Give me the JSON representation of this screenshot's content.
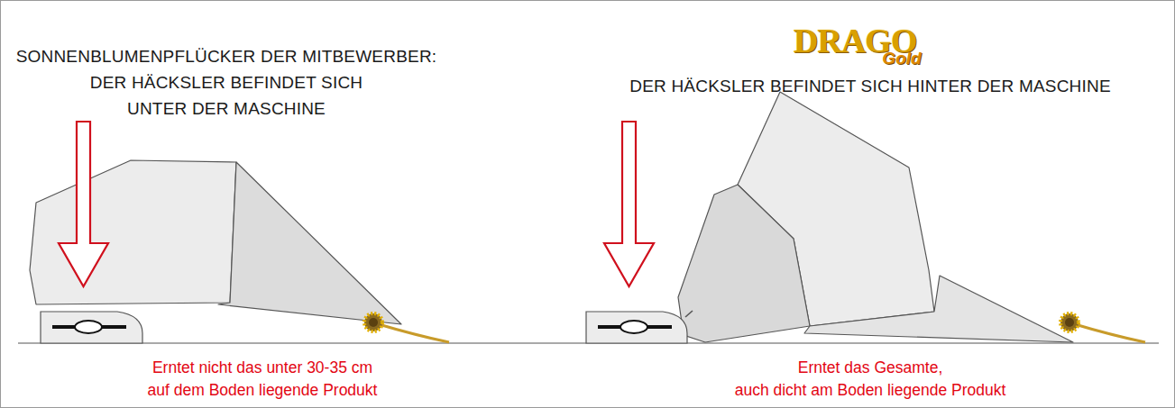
{
  "diagram": {
    "labels": [
      "SONNENBLUMENPFLÜCKER DER MITBEWERBER:",
      "DER HÄCKSLER BEFINDET SICH",
      "UNTER DER MASCHINE",
      "DRAGO",
      "Gold",
      "DER HÄCKSLER BEFINDET SICH HINTER DER MASCHINE",
      "Erntet nicht das unter 30-35 cm",
      "auf dem Boden liegende Produkt",
      "Erntet das Gesamte,",
      "auch dicht am Boden liegende Produkt"
    ]
  }
}
